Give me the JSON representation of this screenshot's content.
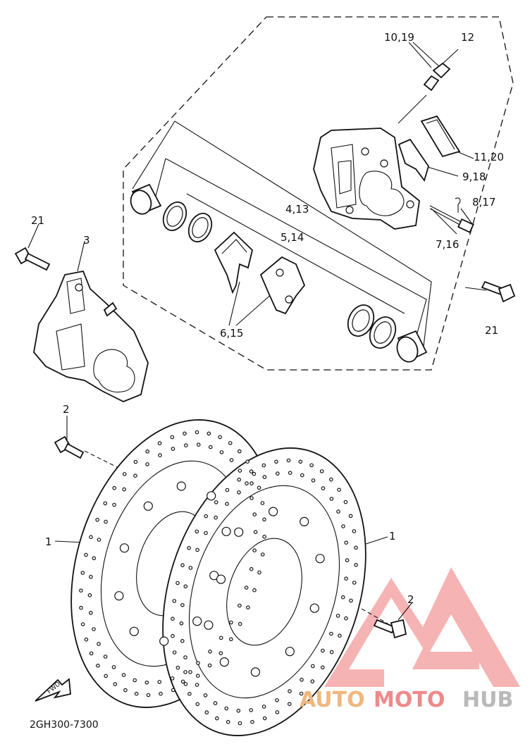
{
  "diagram": {
    "catalog_code": "2GH300-7300",
    "fwd_label": "FWD",
    "callouts": {
      "c_10_19": "10,19",
      "c_12": "12",
      "c_11_20": "11,20",
      "c_9_18": "9,18",
      "c_8_17": "8,17",
      "c_7_16": "7,16",
      "c_4_13": "4,13",
      "c_5_14": "5,14",
      "c_6_15": "6,15",
      "c_21_left": "21",
      "c_21_right": "21",
      "c_3": "3",
      "c_2_left": "2",
      "c_2_right": "2",
      "c_1_left": "1",
      "c_1_right": "1"
    }
  },
  "watermark": {
    "part1": "AUTO",
    "part2": "MOTO",
    "part3": "HUB",
    "colors": {
      "auto": "#f0b77e",
      "moto": "#ee8a8a",
      "hub": "#b9b9b9",
      "logo": "#f4a6a6"
    }
  }
}
